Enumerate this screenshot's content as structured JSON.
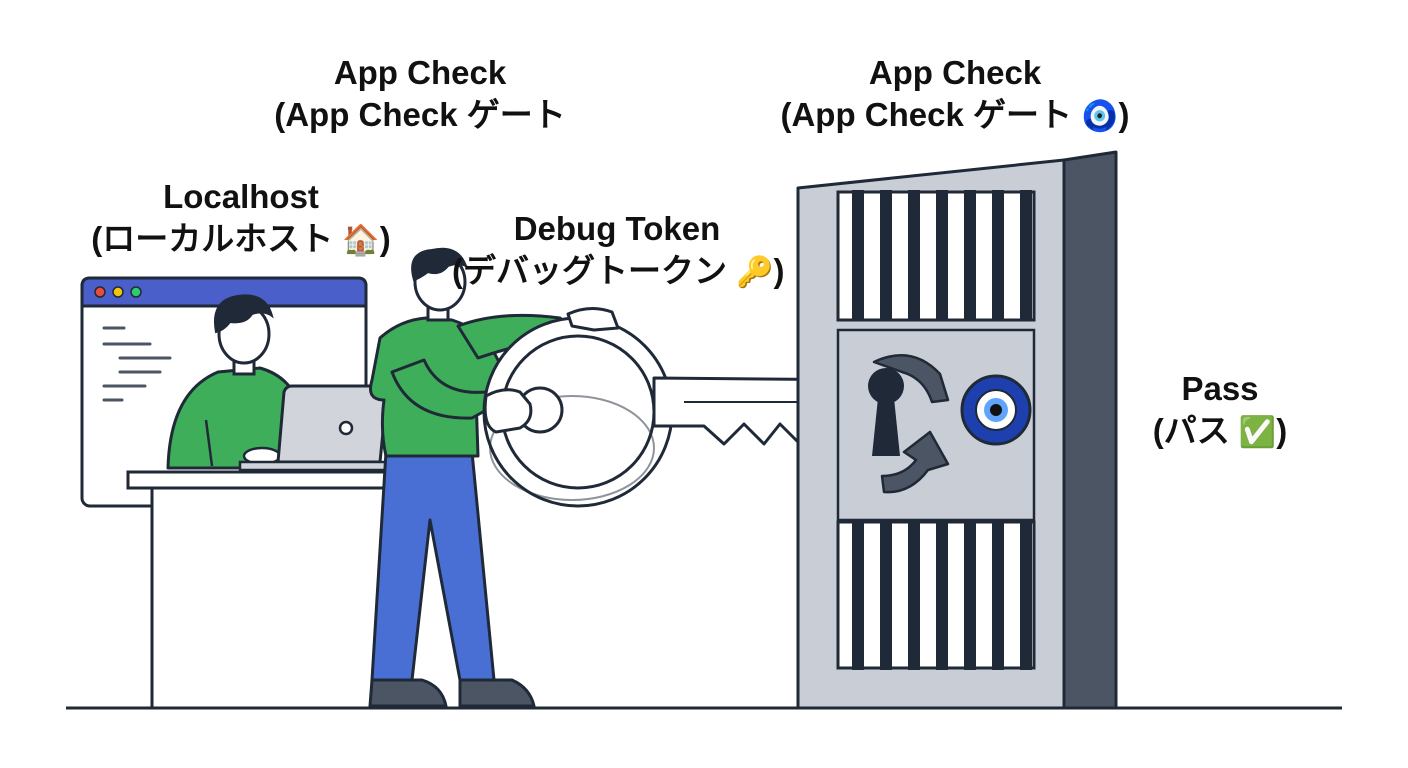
{
  "labels": {
    "app_check_left": {
      "line1": "App Check",
      "line2": "(App Check ゲート"
    },
    "app_check_right": {
      "line1": "App Check",
      "line2": "(App Check ゲート",
      "emoji": "🧿",
      "close": ")"
    },
    "localhost": {
      "line1": "Localhost",
      "line2": "(ローカルホスト",
      "emoji": "🏠",
      "close": ")"
    },
    "debug_token": {
      "line1": "Debug Token",
      "line2": "(デバッグトークン",
      "emoji": "🔑",
      "close": ")"
    },
    "pass": {
      "line1": "Pass",
      "line2": "(パス",
      "emoji": "✅",
      "close": ")"
    }
  },
  "colors": {
    "outline": "#1f2937",
    "shirt_green": "#3fae5a",
    "pants_blue": "#4a6fd4",
    "window_bar": "#4a5fc9",
    "gate_gray": "#c9ced6",
    "gate_dark": "#4b5563",
    "eye_blue": "#1e40af"
  },
  "icons": {
    "localhost": "house-icon",
    "debug_token": "key-icon",
    "app_check": "nazar-eye-icon",
    "pass": "check-mark-icon"
  }
}
